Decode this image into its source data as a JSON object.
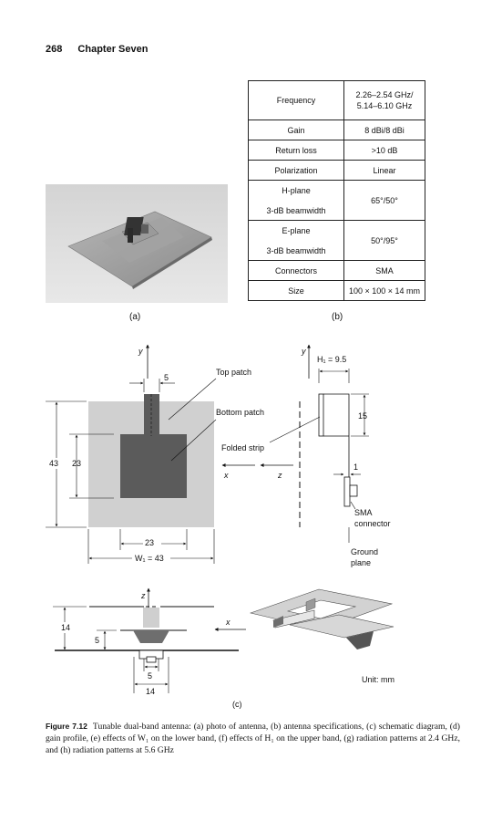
{
  "header": {
    "page_number": "268",
    "chapter": "Chapter Seven"
  },
  "panels": {
    "a": "(a)",
    "b": "(b)",
    "c": "(c)"
  },
  "spec_table": {
    "rows": [
      {
        "label": [
          "Frequency"
        ],
        "value": [
          "2.26–2.54 GHz/",
          "5.14–6.10 GHz"
        ]
      },
      {
        "label": [
          "Gain"
        ],
        "value": [
          "8 dBi/8 dBi"
        ]
      },
      {
        "label": [
          "Return loss"
        ],
        "value": [
          ">10 dB"
        ]
      },
      {
        "label": [
          "Polarization"
        ],
        "value": [
          "Linear"
        ]
      },
      {
        "label": [
          "H-plane",
          "3-dB beamwidth"
        ],
        "value": [
          "65°/50°"
        ]
      },
      {
        "label": [
          "E-plane",
          "3-dB beamwidth"
        ],
        "value": [
          "50°/95°"
        ]
      },
      {
        "label": [
          "Connectors"
        ],
        "value": [
          "SMA"
        ]
      },
      {
        "label": [
          "Size"
        ],
        "value": [
          "100 × 100 × 14 mm"
        ]
      }
    ]
  },
  "diagram": {
    "front_view": {
      "axis_y": "y",
      "axis_x": "x",
      "top_patch": "Top patch",
      "bottom_patch": "Bottom patch",
      "folded_strip": "Folded strip",
      "dim_5": "5",
      "dim_43": "43",
      "dim_23_v": "23",
      "dim_23_h": "23",
      "dim_w1": "W₁ = 43"
    },
    "side_view": {
      "axis_y": "y",
      "axis_z": "z",
      "h1": "H₁ = 9.5",
      "dim_15": "15",
      "dim_1": "1",
      "sma": [
        "SMA",
        "connector"
      ],
      "ground": [
        "Ground",
        "plane"
      ]
    },
    "bottom_view": {
      "axis_z": "z",
      "axis_x": "x",
      "dim_14": "14",
      "dim_5_v": "5",
      "dim_5_h": "5",
      "dim_14_h": "14"
    },
    "unit": "Unit: mm"
  },
  "caption": {
    "figure": "Figure 7.12",
    "text": "Tunable dual-band antenna: (a) photo of antenna, (b) antenna specifications, (c) schematic diagram, (d) gain profile, (e) effects of W₁ on the lower band, (f) effects of H₁ on the upper band, (g) radiation patterns at 2.4 GHz, and (h) radiation patterns at 5.6 GHz"
  }
}
